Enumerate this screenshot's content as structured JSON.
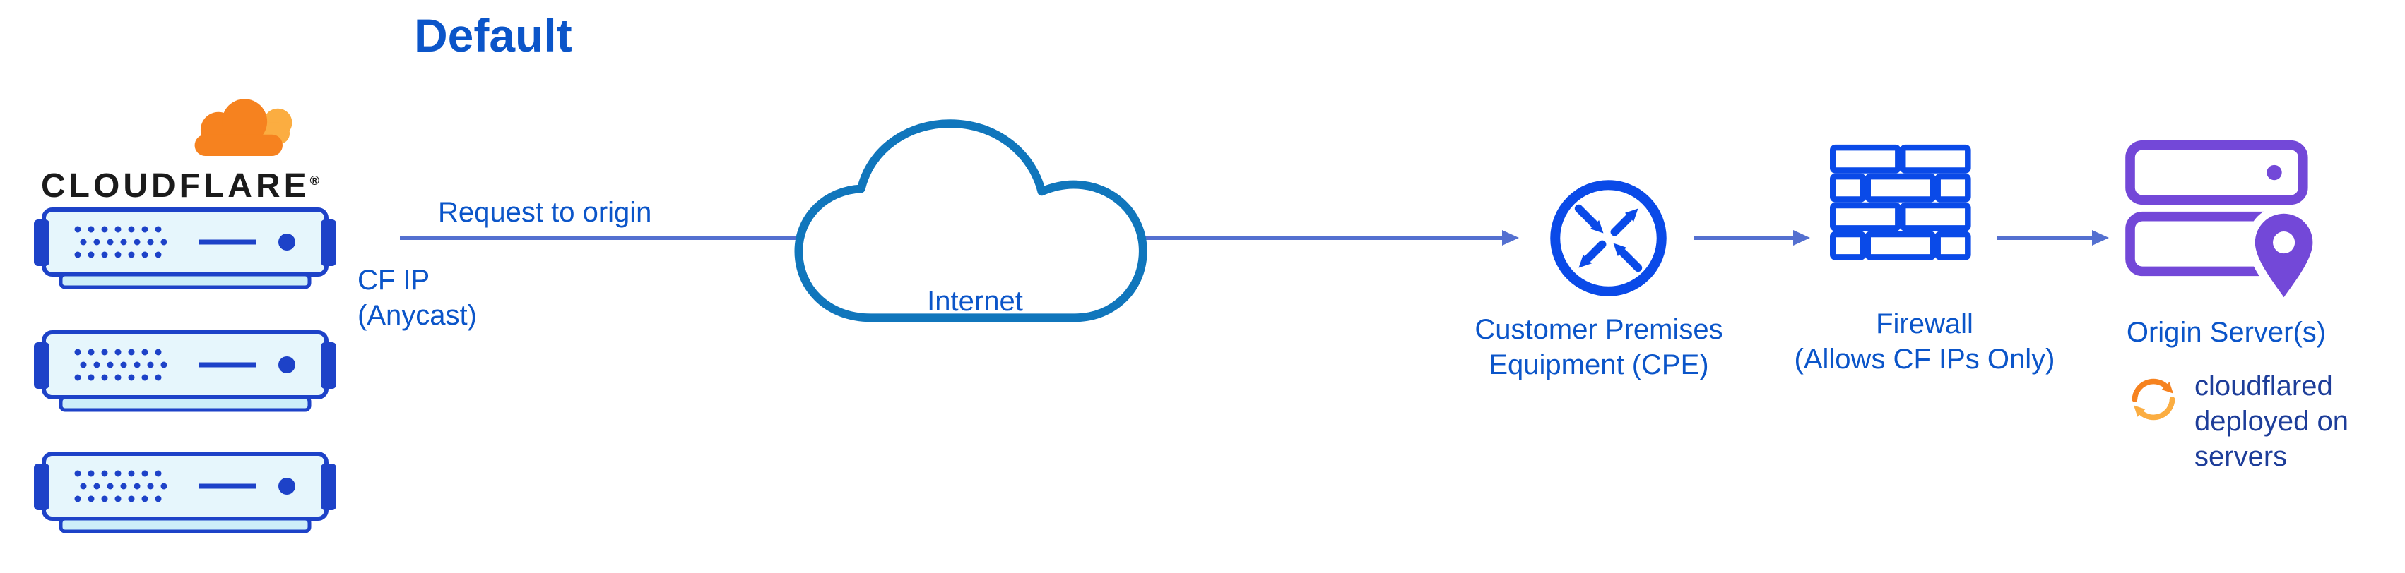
{
  "title": "Default",
  "cloudflare": {
    "wordmark": "CLOUDFLARE",
    "registered_mark": "®"
  },
  "flow": {
    "request_label": "Request to origin",
    "cf_ip_line1": "CF IP",
    "cf_ip_line2": "(Anycast)"
  },
  "internet": {
    "label": "Internet"
  },
  "cpe": {
    "label_line1": "Customer Premises",
    "label_line2": "Equipment (CPE)"
  },
  "firewall": {
    "label_line1": "Firewall",
    "label_line2": "(Allows CF IPs Only)"
  },
  "origin": {
    "label": "Origin Server(s)",
    "cloudflared_line1": "cloudflared",
    "cloudflared_line2": "deployed on",
    "cloudflared_line3": "servers"
  },
  "icons": {
    "cloudflare_logo": "cloudflare-cloud-icon",
    "edge_server": "edge-server-icon",
    "internet": "internet-cloud-icon",
    "cpe": "router-arrows-icon",
    "firewall": "brick-wall-icon",
    "origin": "stacked-servers-location-pin-icon",
    "cloudflared": "sync-arrows-icon"
  },
  "colors": {
    "label_blue": "#0b55c9",
    "arrow_blue": "#5470d0",
    "cloud_blue": "#1076bc",
    "icon_blue": "#0a4ae8",
    "server_dark": "#1d42c8",
    "server_fill": "#e6f6fc",
    "purple": "#7348d8",
    "orange": "#f6821f",
    "orange_light": "#fbad41",
    "navy_text": "#1d3d99",
    "wordmark_black": "#1b1b1b"
  }
}
